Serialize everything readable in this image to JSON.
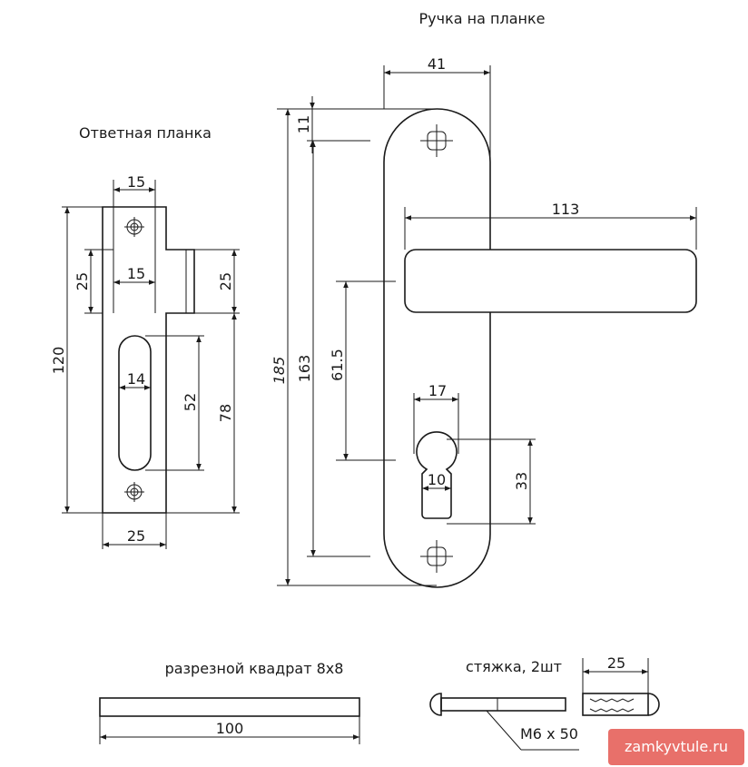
{
  "titles": {
    "strike_plate": "Ответная планка",
    "handle": "Ручка на планке",
    "spindle": "разрезной квадрат 8х8",
    "bolts": "стяжка, 2шт"
  },
  "dimensions": {
    "strike_15_top": "15",
    "strike_15_mid": "15",
    "strike_25_left": "25",
    "strike_25_right": "25",
    "strike_120": "120",
    "strike_14": "14",
    "strike_52": "52",
    "strike_78": "78",
    "strike_25_bottom": "25",
    "handle_41": "41",
    "handle_11": "11",
    "handle_185": "185",
    "handle_163": "163",
    "handle_61_5": "61.5",
    "handle_113": "113",
    "handle_17": "17",
    "handle_10": "10",
    "handle_33": "33",
    "spindle_100": "100",
    "bolt_25": "25",
    "bolt_m6": "М6 х 50"
  },
  "watermark": "zamkyvtule.ru"
}
